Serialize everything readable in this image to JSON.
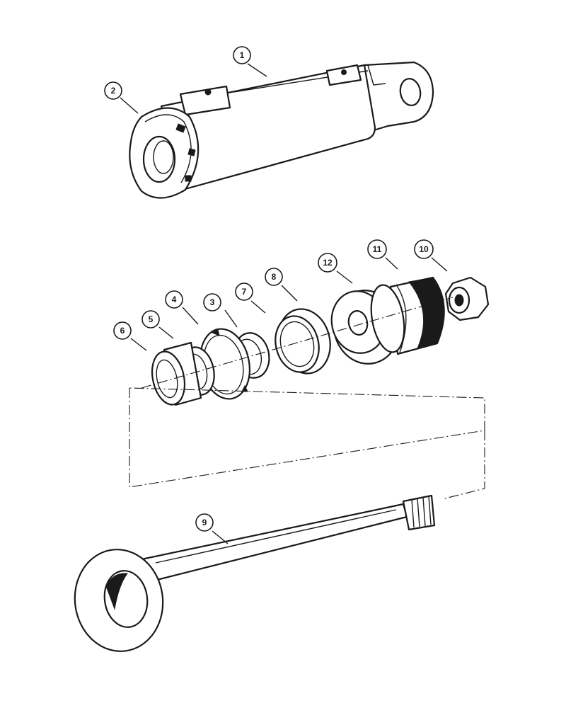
{
  "diagram": {
    "colors": {
      "ink": "#1a1a1a",
      "paper": "#ffffff"
    },
    "callouts": [
      {
        "id": "c1",
        "label": "1",
        "part": "cylinder-barrel"
      },
      {
        "id": "c2",
        "label": "2",
        "part": "gland"
      },
      {
        "id": "c3",
        "label": "3",
        "part": "ring"
      },
      {
        "id": "c4",
        "label": "4",
        "part": "seal"
      },
      {
        "id": "c5",
        "label": "5",
        "part": "seal"
      },
      {
        "id": "c6",
        "label": "6",
        "part": "wiper"
      },
      {
        "id": "c7",
        "label": "7",
        "part": "ring"
      },
      {
        "id": "c8",
        "label": "8",
        "part": "seal"
      },
      {
        "id": "c9",
        "label": "9",
        "part": "piston-rod"
      },
      {
        "id": "c10",
        "label": "10",
        "part": "nut"
      },
      {
        "id": "c11",
        "label": "11",
        "part": "piston"
      },
      {
        "id": "c12",
        "label": "12",
        "part": "spacer"
      }
    ]
  }
}
